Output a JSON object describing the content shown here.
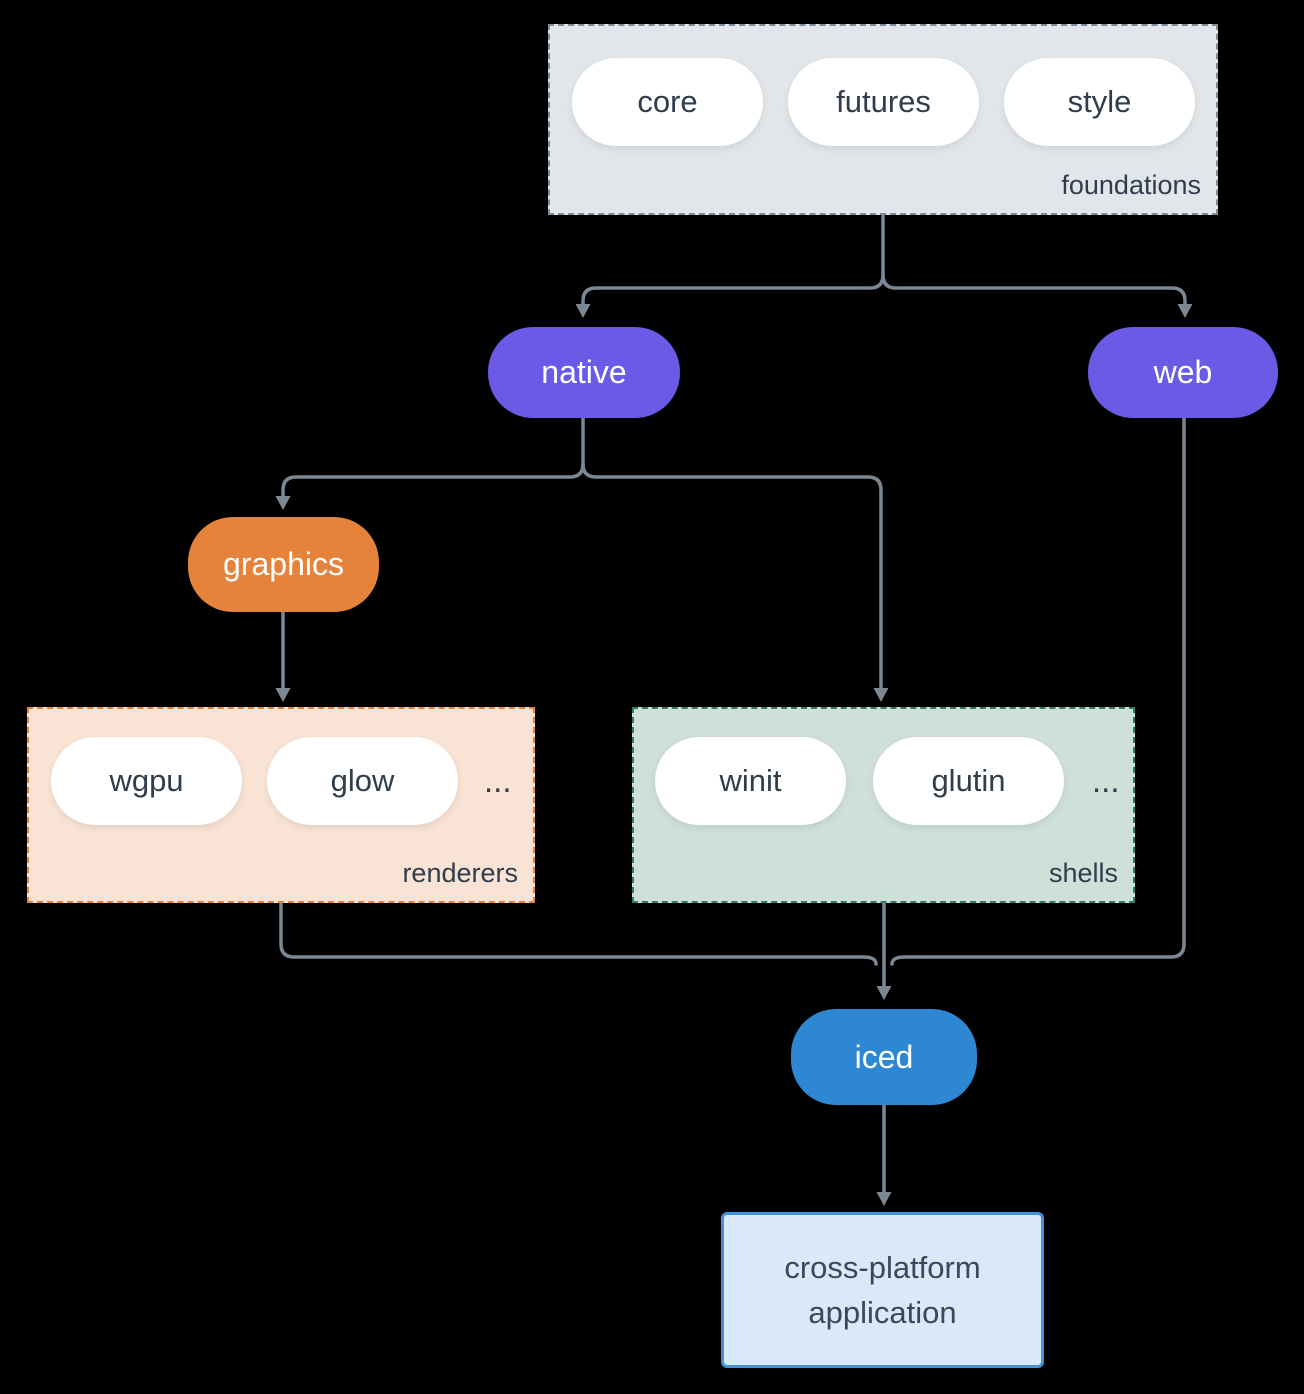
{
  "diagram": {
    "foundations": {
      "label": "foundations",
      "items": [
        "core",
        "futures",
        "style"
      ]
    },
    "nodes": {
      "native": "native",
      "web": "web",
      "graphics": "graphics",
      "iced": "iced"
    },
    "renderers": {
      "label": "renderers",
      "items": [
        "wgpu",
        "glow"
      ],
      "ellipsis": "..."
    },
    "shells": {
      "label": "shells",
      "items": [
        "winit",
        "glutin"
      ],
      "ellipsis": "..."
    },
    "application": {
      "lines": [
        "cross-platform",
        "application"
      ]
    },
    "edges": [
      {
        "from": "foundations",
        "to": "native"
      },
      {
        "from": "foundations",
        "to": "web"
      },
      {
        "from": "native",
        "to": "graphics"
      },
      {
        "from": "native",
        "to": "shells"
      },
      {
        "from": "graphics",
        "to": "renderers"
      },
      {
        "from": "renderers",
        "to": "iced"
      },
      {
        "from": "shells",
        "to": "iced"
      },
      {
        "from": "web",
        "to": "iced"
      },
      {
        "from": "iced",
        "to": "cross-platform application"
      }
    ],
    "colors": {
      "background": "#000000",
      "foundations_fill": "#e2e6ea",
      "foundations_border": "#7e8b99",
      "purple_node": "#6b5ae6",
      "orange_node": "#e5823c",
      "renderers_fill": "#f9e3d4",
      "renderers_border": "#e5823c",
      "shells_fill": "#cfe0d8",
      "shells_border": "#2e7d6d",
      "iced_node": "#2e87d3",
      "app_fill": "#d9e9f9",
      "app_border": "#4092dc",
      "edge_line": "#7b8894",
      "dark_text": "#2f3d4c",
      "light_text": "#ffffff"
    }
  }
}
